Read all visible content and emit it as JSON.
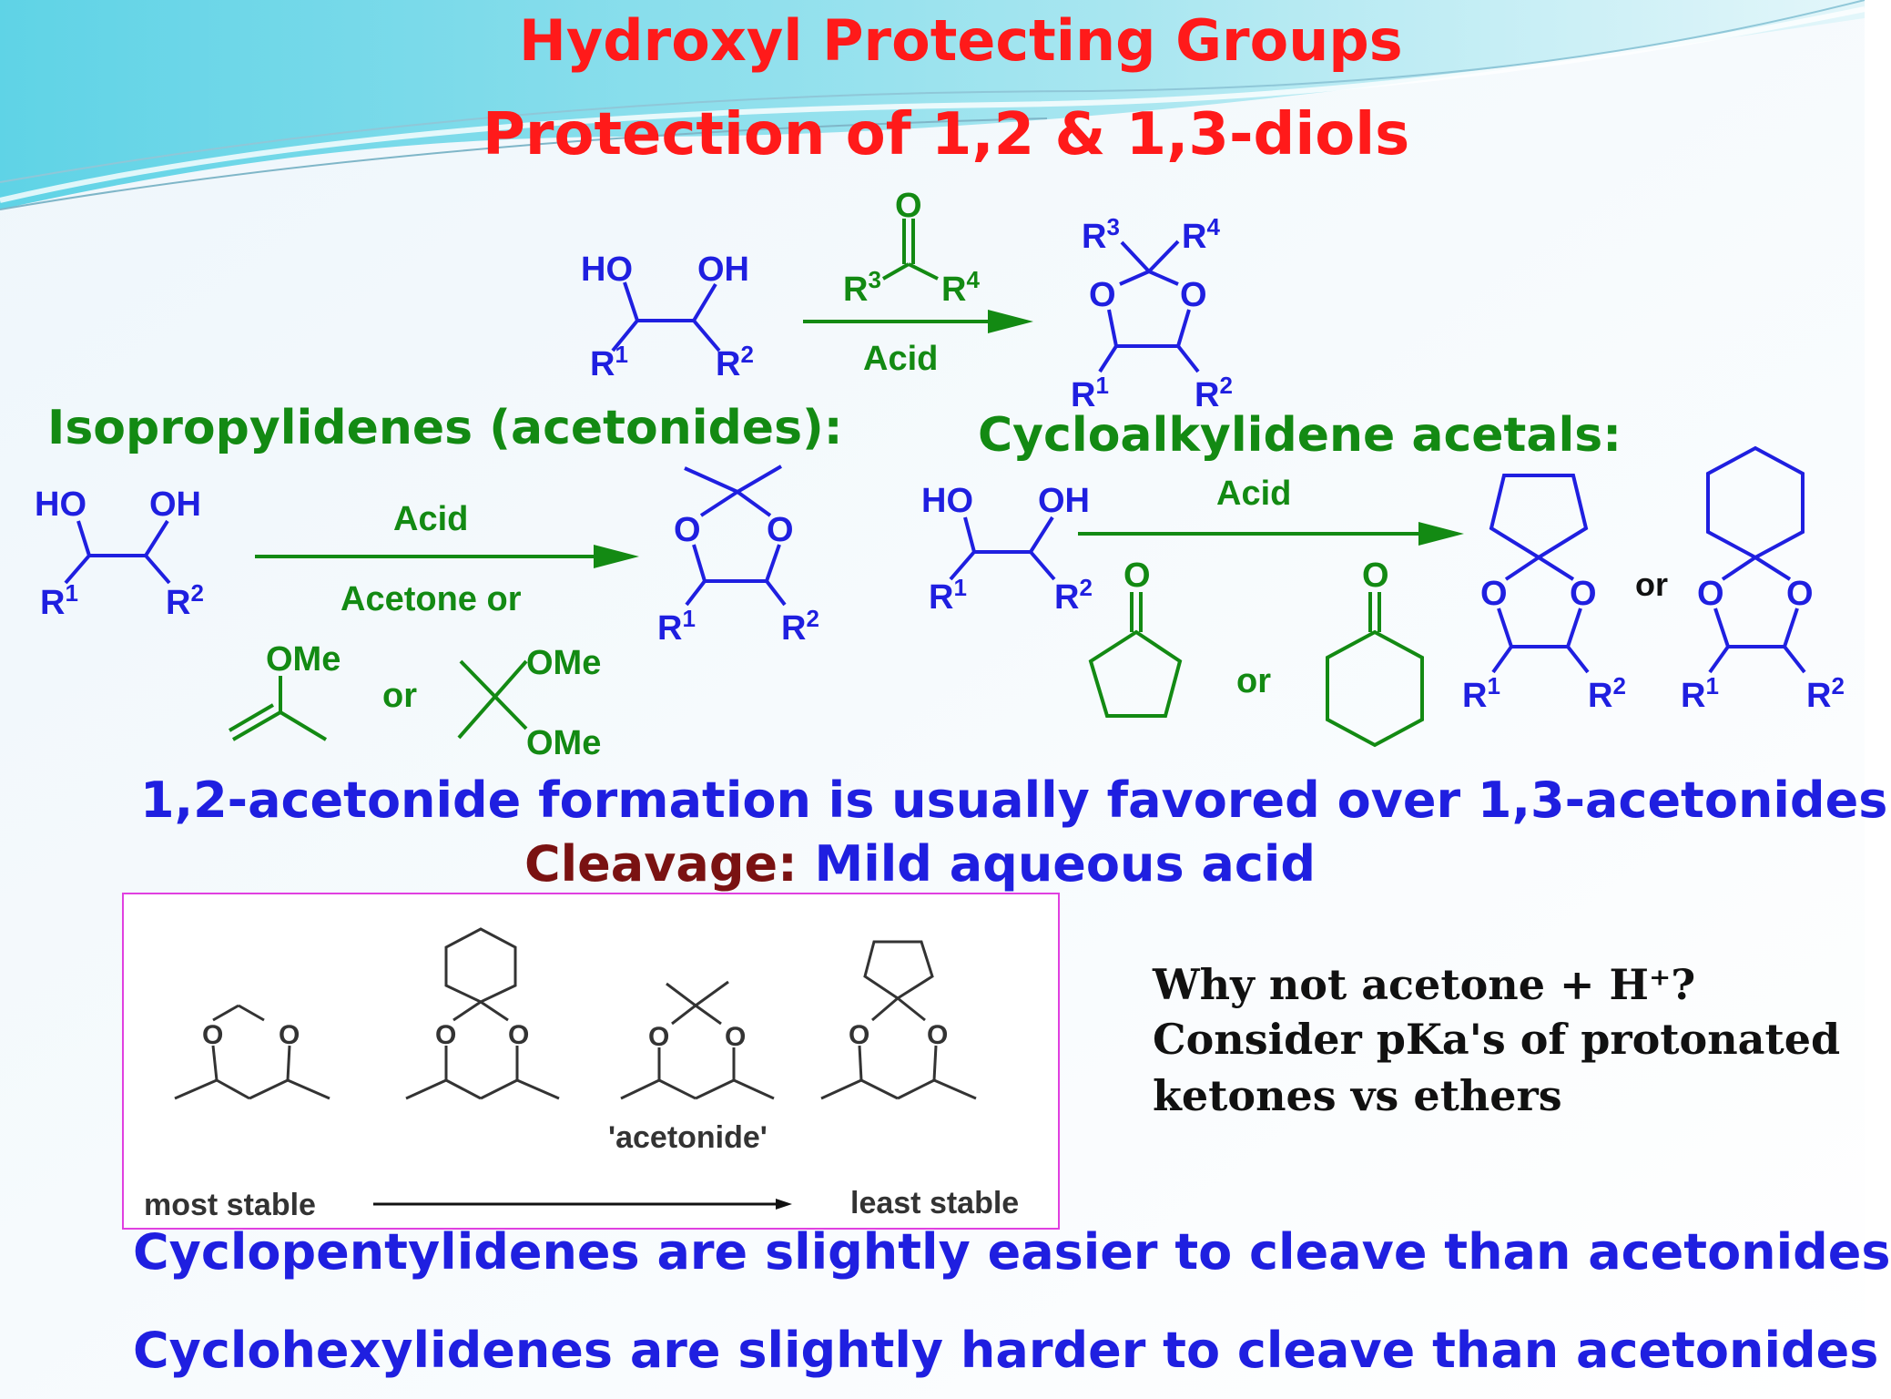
{
  "title": "Hydroxyl Protecting Groups",
  "subtitle": "Protection of 1,2 & 1,3-diols",
  "top_scheme": {
    "diol_labels": [
      "HO",
      "OH",
      "R1",
      "R2"
    ],
    "reagent_o": "O",
    "reagent_r3": "R3",
    "reagent_r4": "R4",
    "condition": "Acid",
    "product_labels": [
      "R3",
      "R4",
      "O",
      "O",
      "R1",
      "R2"
    ]
  },
  "isopropylidene": {
    "heading": "Isopropylidenes (acetonides):",
    "condition_top": "Acid",
    "condition_bottom": "Acetone or",
    "reagent_1": "OMe",
    "or": "or",
    "reagent_2_a": "OMe",
    "reagent_2_b": "OMe"
  },
  "cycloalkylidene": {
    "heading": "Cycloalkylidene acetals:",
    "condition": "Acid",
    "or_reagent": "or",
    "or_product": "or"
  },
  "statement_1": "1,2-acetonide formation is usually favored over 1,3-acetonides",
  "cleavage_label": "Cleavage:",
  "cleavage_text": "Mild aqueous acid",
  "stability_box": {
    "acetonide_label": "'acetonide'",
    "most_stable": "most stable",
    "least_stable": "least stable"
  },
  "question": {
    "line1": "Why  not  acetone + H⁺?",
    "line2": "Consider  pKa's of  protonated",
    "line3": "ketones  vs ethers"
  },
  "statement_2": "Cyclopentylidenes are slightly easier to cleave than acetonides",
  "statement_3": "Cyclohexylidenes are slightly harder to cleave than acetonides",
  "colors": {
    "title": "#ff1a1a",
    "heading": "#138a13",
    "body_text": "#1f1fe0",
    "cleavage": "#7a1212",
    "box_border": "#e040e0"
  }
}
